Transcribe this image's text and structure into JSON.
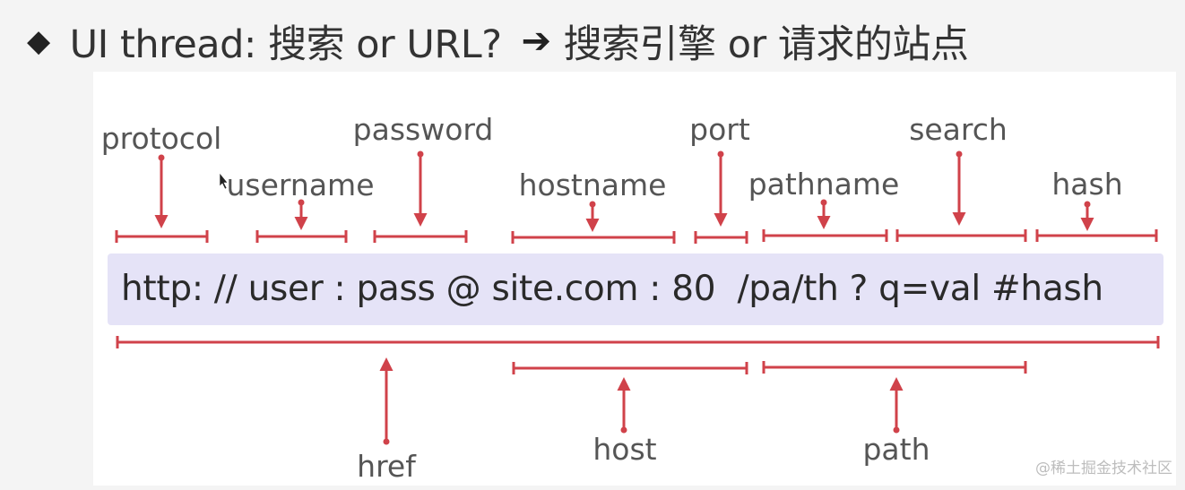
{
  "title": {
    "bullet": "◆",
    "left": "UI thread: 搜索 or URL?",
    "arrow": "➔",
    "right": "搜索引擎 or 请求的站点"
  },
  "url": "http: // user : pass @ site.com : 80  /pa/th ? q=val #hash",
  "labels": {
    "protocol": "protocol",
    "username": "username",
    "password": "password",
    "hostname": "hostname",
    "port": "port",
    "pathname": "pathname",
    "search": "search",
    "hash": "hash",
    "href": "href",
    "host": "host",
    "path": "path"
  },
  "watermark": "@稀土掘金技术社区",
  "colors": {
    "marker": "#d0424a",
    "url_bar": "#e5e3f7"
  }
}
